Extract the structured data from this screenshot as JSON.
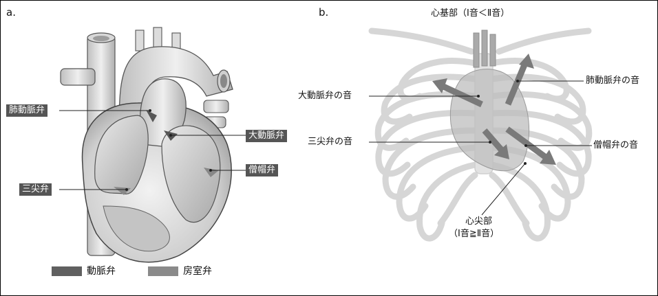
{
  "panel_a": {
    "letter": "a.",
    "labels": {
      "pulmonary_valve": "肺動脈弁",
      "aortic_valve": "大動脈弁",
      "tricuspid_valve": "三尖弁",
      "mitral_valve": "僧帽弁"
    },
    "legend": [
      {
        "label": "動脈弁",
        "color": "#606060"
      },
      {
        "label": "房室弁",
        "color": "#8a8a8a"
      }
    ]
  },
  "panel_b": {
    "letter": "b.",
    "labels": {
      "base": "心基部（Ⅰ音＜Ⅱ音）",
      "aortic_sound": "大動脈弁の音",
      "pulmonary_sound": "肺動脈弁の音",
      "tricuspid_sound": "三尖弁の音",
      "mitral_sound": "僧帽弁の音",
      "apex_line1": "心尖部",
      "apex_line2": "（Ⅰ音≧Ⅱ音）"
    }
  },
  "colors": {
    "frame": "#000000",
    "tag_bg": "#555555",
    "arrow": "#7a7a7a",
    "rib": "#d9d9d9",
    "heart_fill": "#bdbdbd"
  }
}
